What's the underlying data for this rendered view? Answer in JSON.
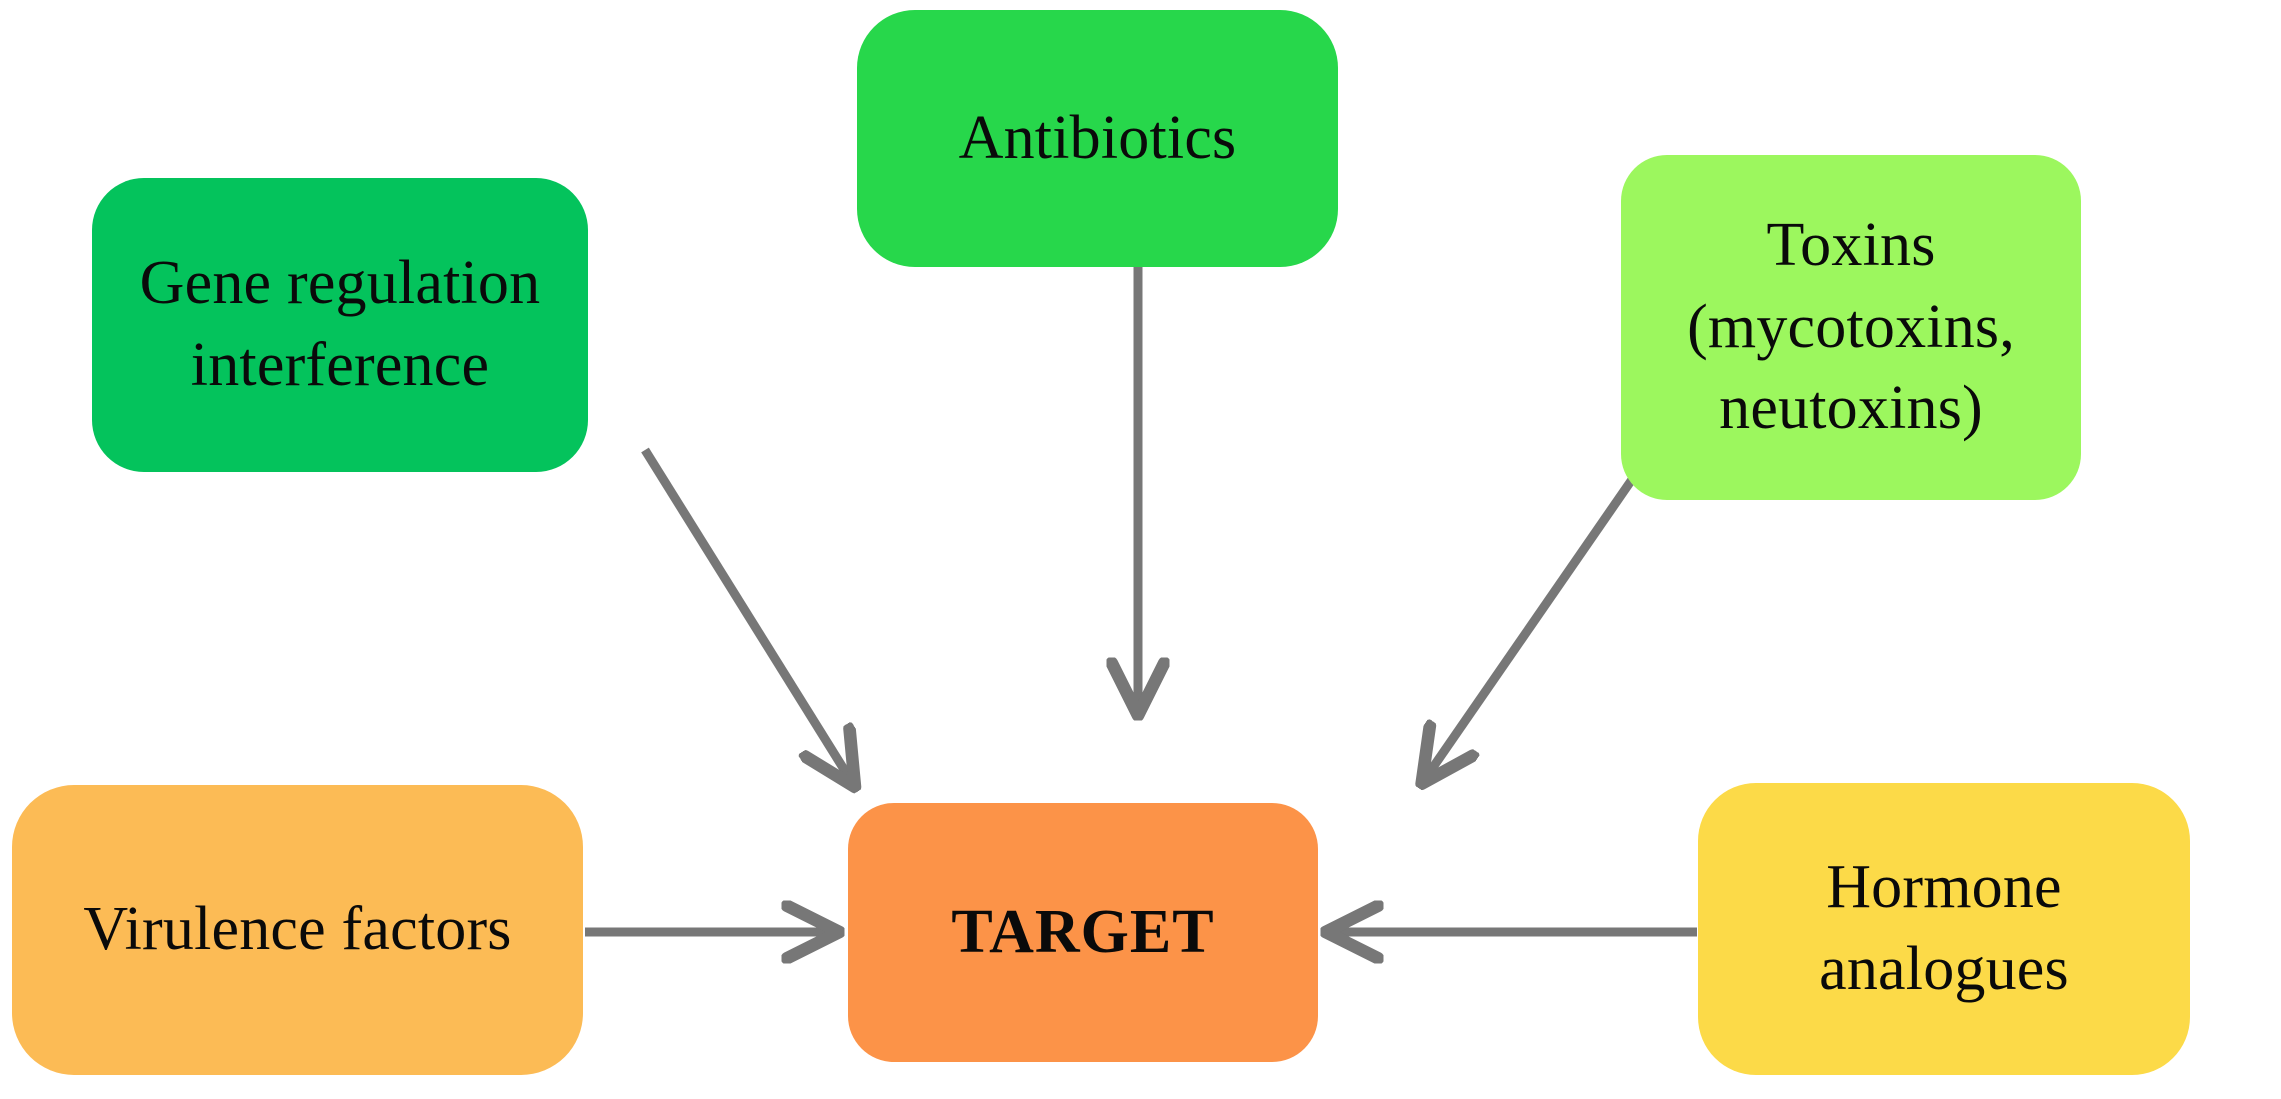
{
  "diagram": {
    "title": "",
    "background_color": "#ffffff",
    "edge_color": "#777777",
    "text_color": "#0a0a0a",
    "nodes": [
      {
        "id": "gene-regulation-interference",
        "label": "Gene regulation\ninterference",
        "color": "#04c35c",
        "shape": "rounded-rectangle",
        "position": "top-left"
      },
      {
        "id": "antibiotics",
        "label": "Antibiotics",
        "color": "#27d74b",
        "shape": "rounded-rectangle",
        "position": "top-center"
      },
      {
        "id": "toxins",
        "label": "Toxins\n(mycotoxins,\nneutoxins)",
        "color": "#9cf75e",
        "shape": "rounded-rectangle",
        "position": "top-right"
      },
      {
        "id": "virulence-factors",
        "label": "Virulence factors",
        "color": "#fcbb55",
        "shape": "rounded-rectangle",
        "position": "bottom-left"
      },
      {
        "id": "target",
        "label": "TARGET",
        "color": "#fc9348",
        "shape": "rounded-rectangle",
        "position": "bottom-center"
      },
      {
        "id": "hormone-analogues",
        "label": "Hormone\nanalogues",
        "color": "#fcda48",
        "shape": "rounded-rectangle",
        "position": "bottom-right"
      }
    ],
    "edges": [
      {
        "id": "edge-gene-regulation-to-target",
        "from": "gene-regulation-interference",
        "to": "target",
        "style": "solid",
        "arrow": "single"
      },
      {
        "id": "edge-antibiotics-to-target",
        "from": "antibiotics",
        "to": "target",
        "style": "solid",
        "arrow": "single"
      },
      {
        "id": "edge-toxins-to-target",
        "from": "toxins",
        "to": "target",
        "style": "solid",
        "arrow": "single"
      },
      {
        "id": "edge-virulence-factors-to-target",
        "from": "virulence-factors",
        "to": "target",
        "style": "solid",
        "arrow": "single"
      },
      {
        "id": "edge-hormone-analogues-to-target",
        "from": "hormone-analogues",
        "to": "target",
        "style": "solid",
        "arrow": "single"
      }
    ]
  }
}
